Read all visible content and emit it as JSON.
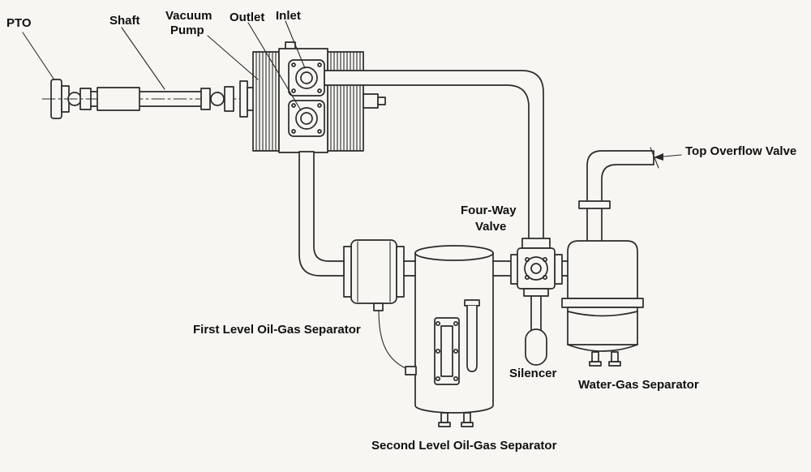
{
  "colors": {
    "background": "#f7f6f3",
    "line": "#2a2a2a",
    "label": "#101010"
  },
  "labels": {
    "pto": "PTO",
    "shaft": "Shaft",
    "vacuum_pump_line1": "Vacuum",
    "vacuum_pump_line2": "Pump",
    "outlet": "Outlet",
    "inlet": "Inlet",
    "top_overflow_valve": "Top Overflow Valve",
    "four_way_valve_line1": "Four-Way",
    "four_way_valve_line2": "Valve",
    "first_level_separator": "First Level Oil-Gas Separator",
    "silencer": "Silencer",
    "water_gas_separator": "Water-Gas Separator",
    "second_level_separator": "Second Level Oil-Gas Separator"
  }
}
